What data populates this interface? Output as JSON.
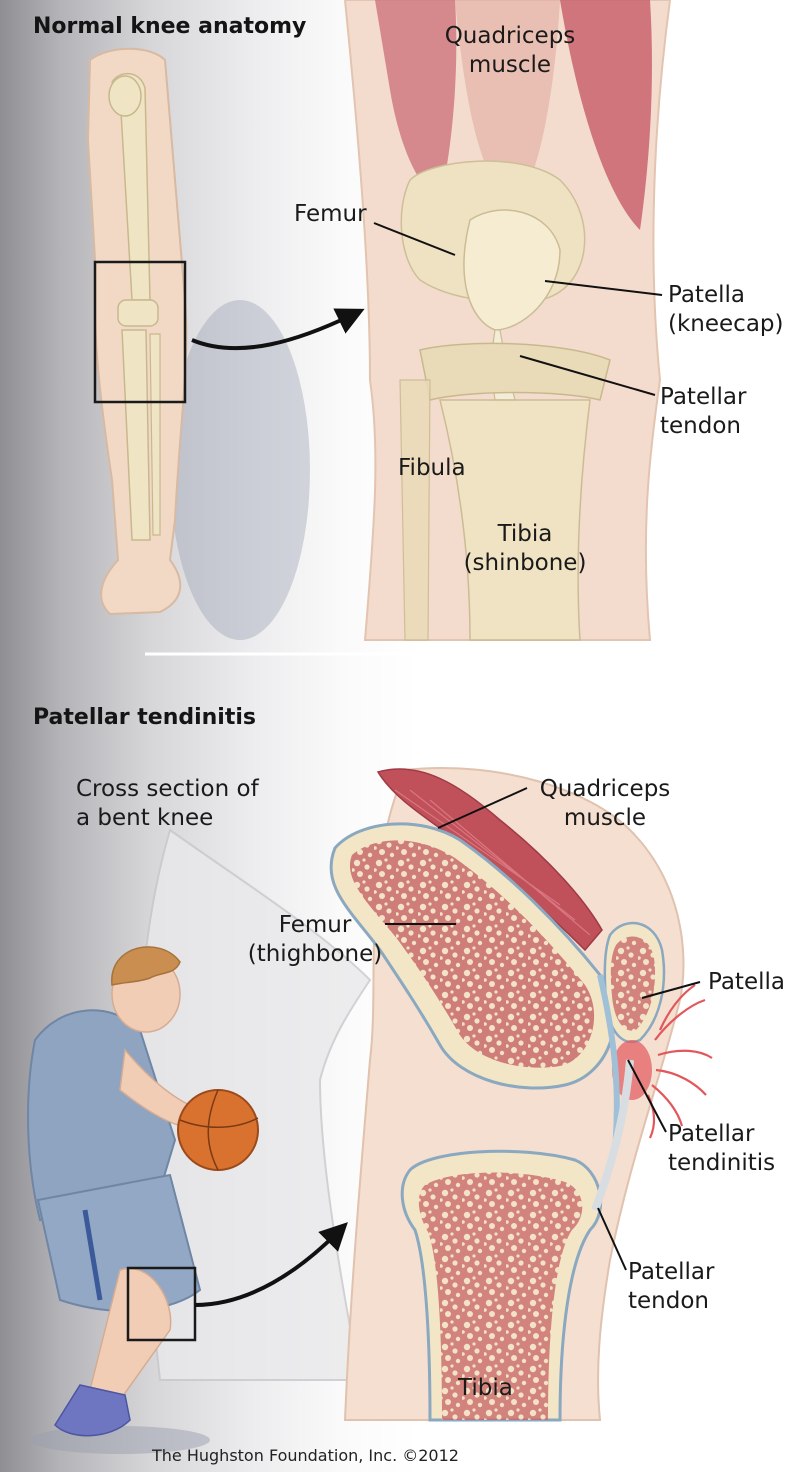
{
  "section_top": {
    "heading": "Normal knee anatomy",
    "labels": {
      "quadriceps": "Quadriceps\nmuscle",
      "femur": "Femur",
      "patella": "Patella\n(kneecap)",
      "patellar_tendon": "Patellar\ntendon",
      "fibula": "Fibula",
      "tibia": "Tibia\n(shinbone)"
    }
  },
  "section_bottom": {
    "heading": "Patellar tendinitis",
    "caption": "Cross section of\na bent knee",
    "labels": {
      "quadriceps": "Quadriceps\nmuscle",
      "femur": "Femur\n(thighbone)",
      "patella": "Patella",
      "patellar_tendinitis": "Patellar\ntendinitis",
      "patellar_tendon": "Patellar\ntendon",
      "tibia": "Tibia"
    }
  },
  "credit": "The Hughston Foundation, Inc. ©2012",
  "colors": {
    "muscle": "#c0505a",
    "bone": "#f3e6c6",
    "marrow": "#b5555a",
    "cartilage": "#9fc0d6",
    "inflammation": "#e2575c",
    "skin": "#f4d7c4",
    "jersey": "#8ea4c0",
    "ball": "#d9722f"
  }
}
